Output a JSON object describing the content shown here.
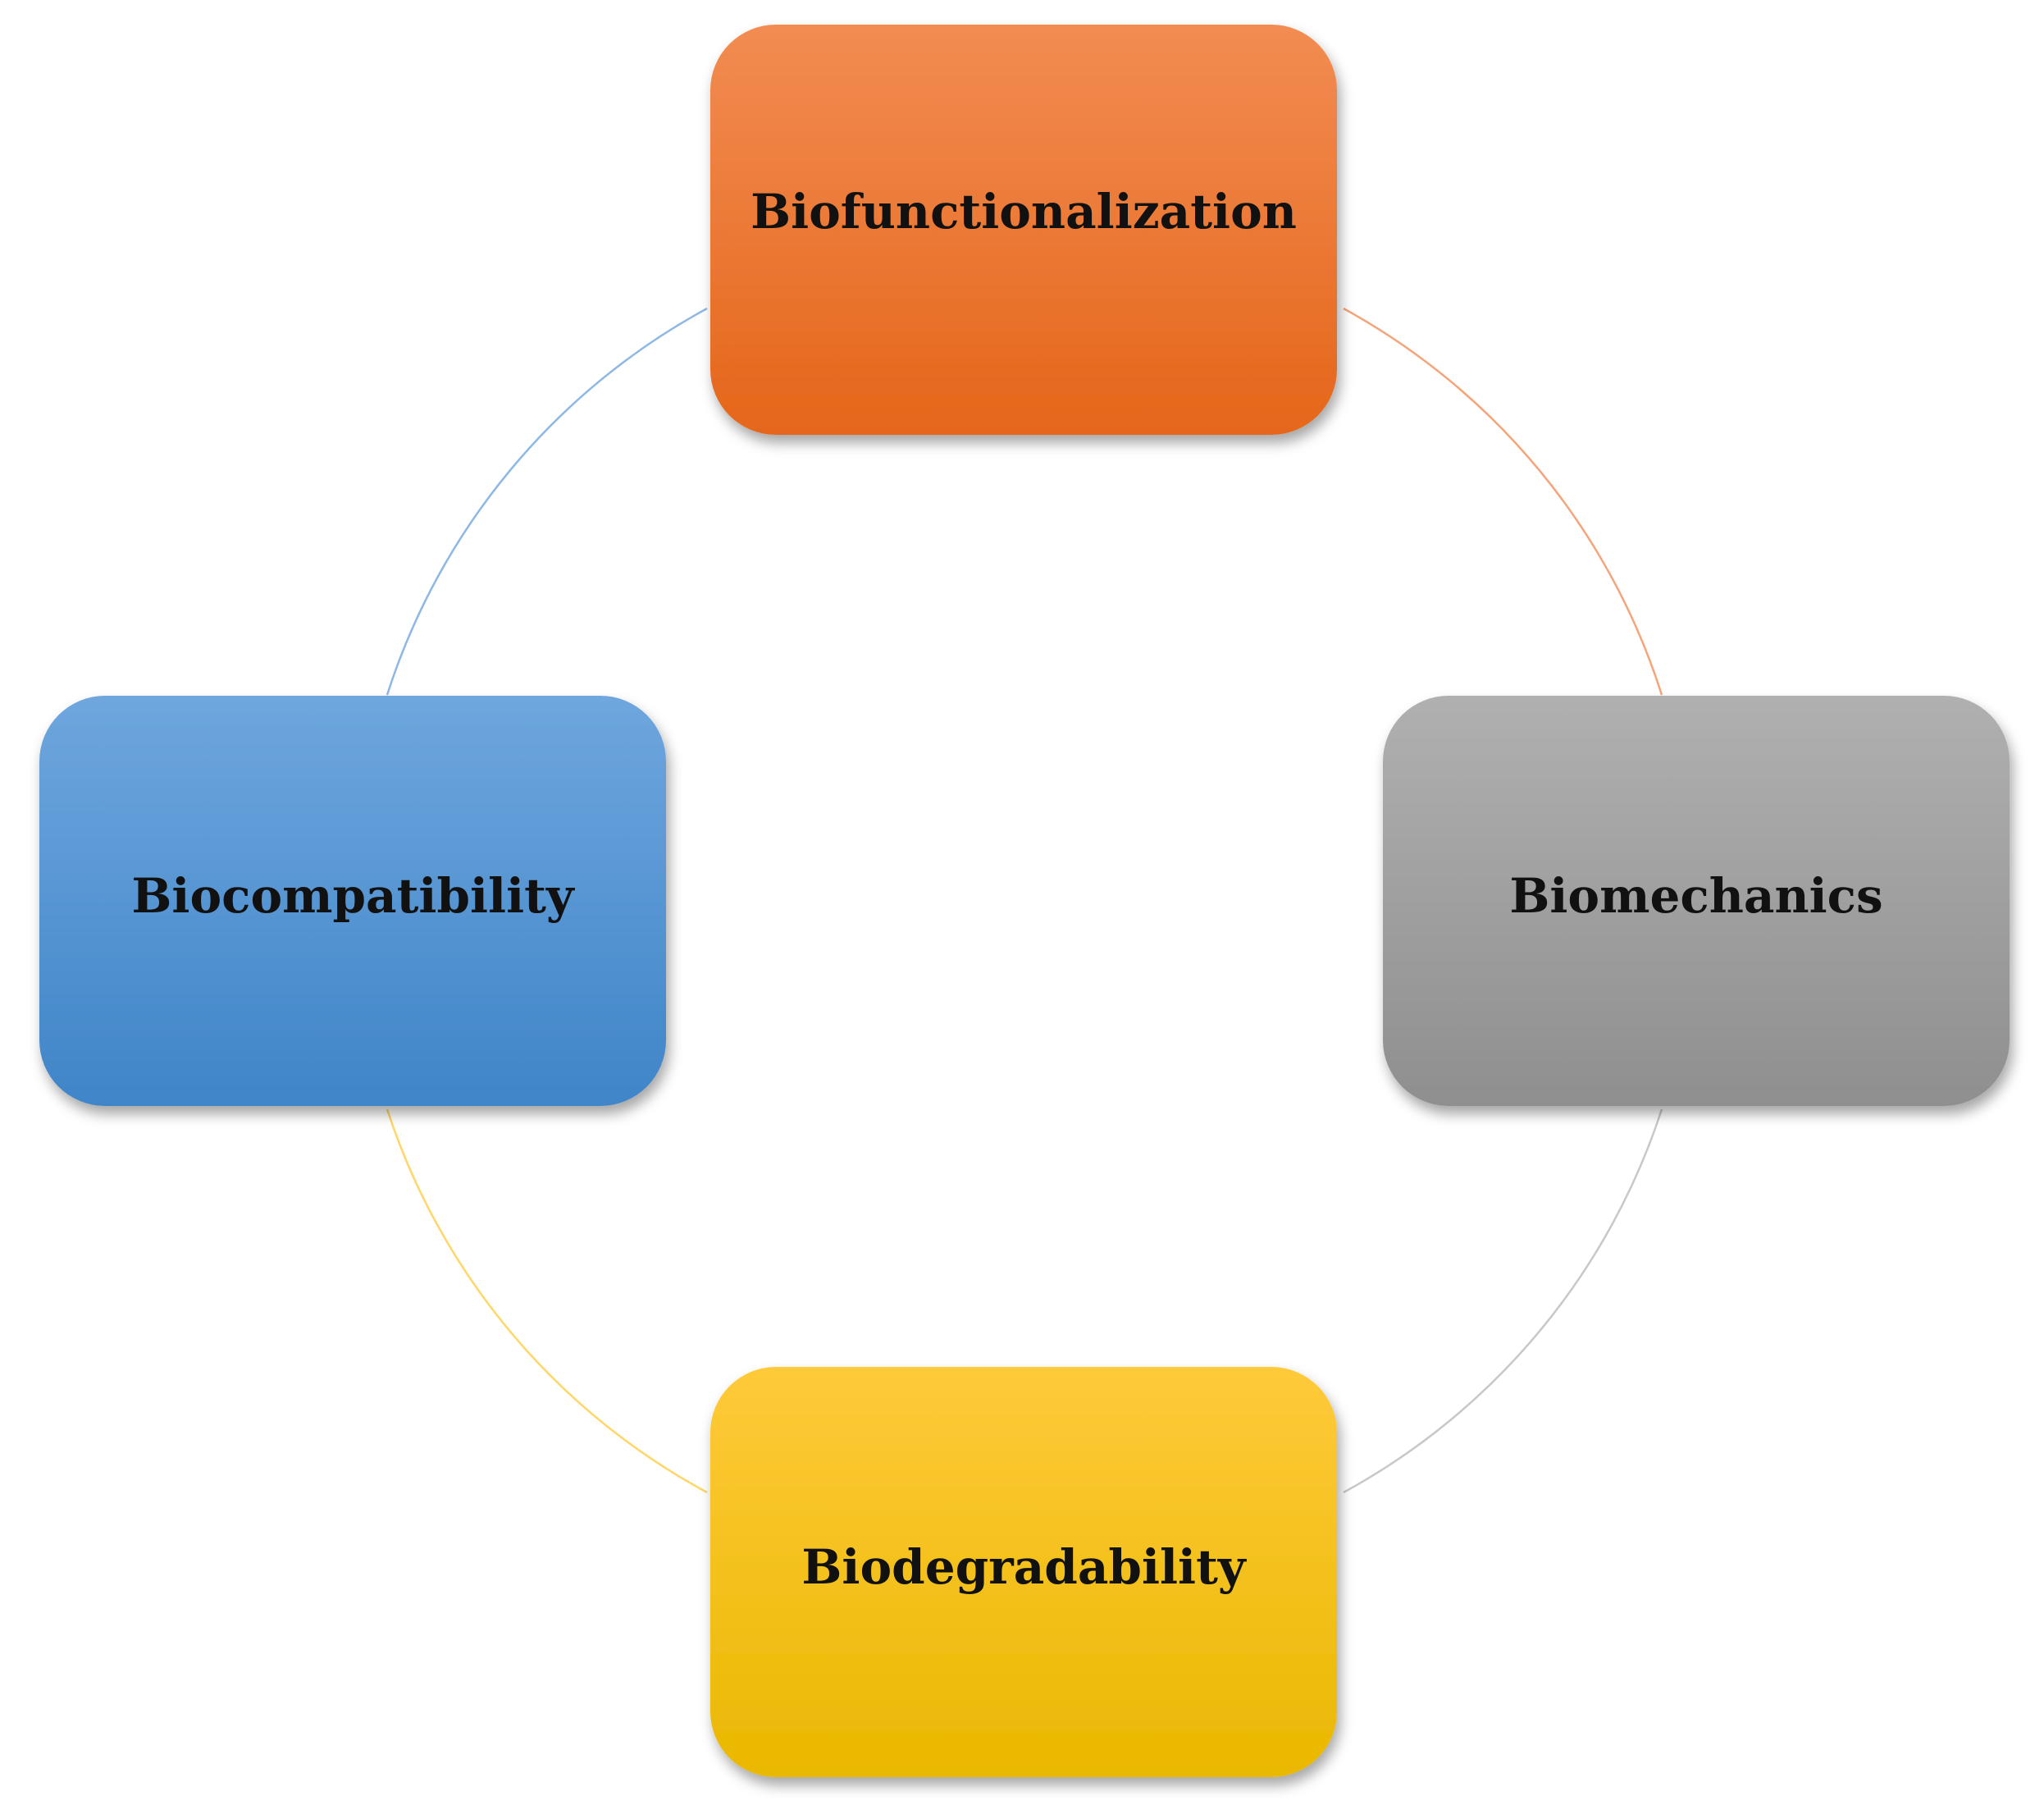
{
  "diagram": {
    "nodes": [
      {
        "id": "biofunctionalization",
        "label": "Biofunctionalization",
        "position": "top",
        "color_top": "#F28C52",
        "color_bottom": "#E5661A",
        "arc_color": "#F4A57A"
      },
      {
        "id": "biomechanics",
        "label": "Biomechanics",
        "position": "right",
        "color_top": "#B0B0B0",
        "color_bottom": "#8F8F8F",
        "arc_color": "#C8C8C8"
      },
      {
        "id": "biodegradability",
        "label": "Biodegradability",
        "position": "bottom",
        "color_top": "#FFCA3A",
        "color_bottom": "#E9B800",
        "arc_color": "#FFD667"
      },
      {
        "id": "biocompatibility",
        "label": "Biocompatibility",
        "position": "left",
        "color_top": "#6FA6DE",
        "color_bottom": "#3F85C8",
        "arc_color": "#8DB8E6"
      }
    ]
  }
}
